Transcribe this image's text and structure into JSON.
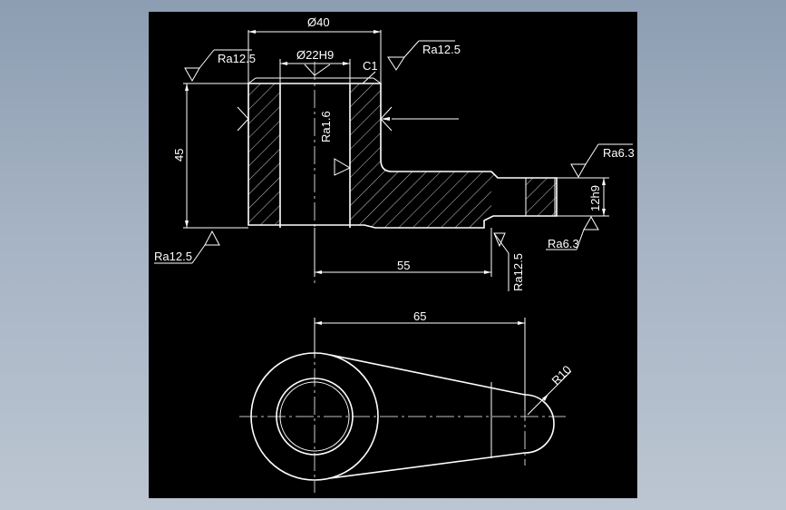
{
  "background": {
    "outer": "#9aa8ba",
    "canvas": "#000000",
    "line": "#ffffff"
  },
  "dimensions": {
    "dia_40": "Ø40",
    "dia_22": "Ø22H9",
    "chamfer": "C1",
    "height_45": "45",
    "length_55": "55",
    "thick_12": "12h9",
    "length_65": "65",
    "radius_10": "R10"
  },
  "roughness": {
    "top_left": "Ra12.5",
    "top_right": "Ra12.5",
    "bore": "Ra1.6",
    "right_top": "Ra6.3",
    "right_bottom": "Ra6.3",
    "bottom_left": "Ra12.5",
    "bottom_mid": "Ra12.5"
  }
}
